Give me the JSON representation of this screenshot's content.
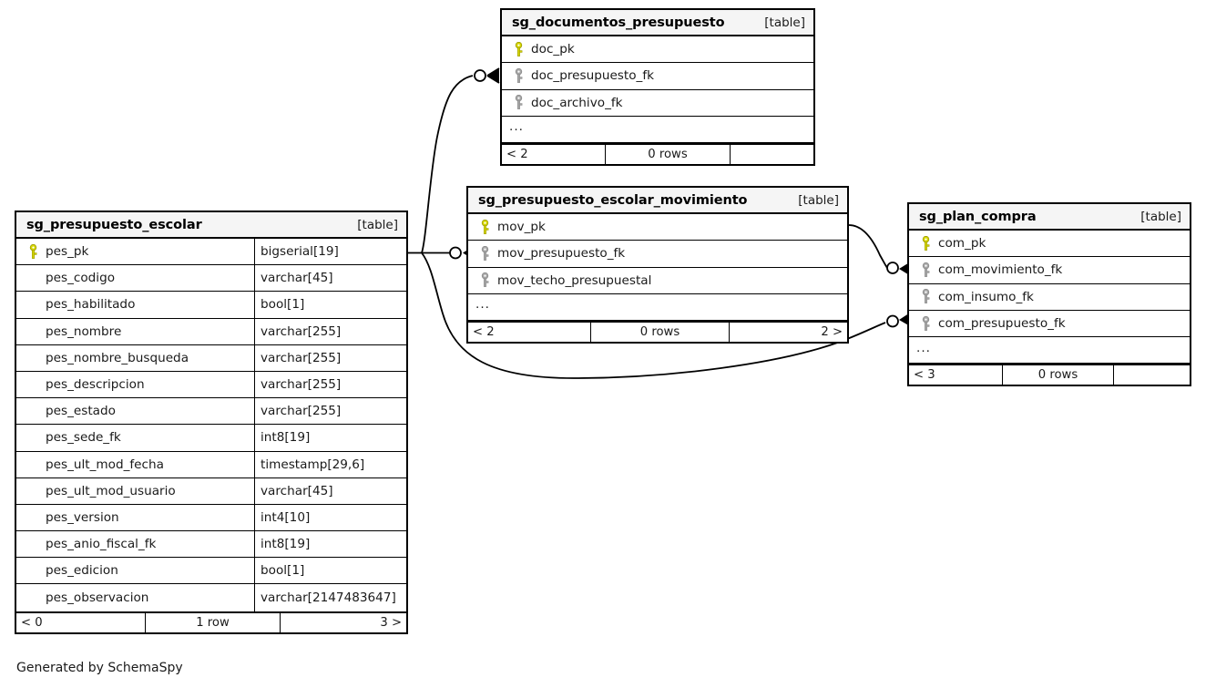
{
  "diagram": {
    "kind_label": "[table]",
    "ellipsis": "...",
    "generated_by": "Generated by SchemaSpy",
    "pk_icon": "yellow-key-icon",
    "fk_icon": "gray-key-icon",
    "colors": {
      "pk_key": "#d8d800",
      "fk_key": "#a8a8a8",
      "border": "#000000",
      "header_bg": "#f5f5f5",
      "canvas_bg": "#ffffff",
      "text": "#1a1a1a"
    }
  },
  "tables": [
    {
      "id": "sg_documentos_presupuesto",
      "name": "sg_documentos_presupuesto",
      "kind": "[table]",
      "has_type_column": false,
      "columns": [
        {
          "name": "doc_pk",
          "type": "",
          "key": "pk"
        },
        {
          "name": "doc_presupuesto_fk",
          "type": "",
          "key": "fk"
        },
        {
          "name": "doc_archivo_fk",
          "type": "",
          "key": "fk"
        }
      ],
      "more_indicator": "...",
      "footer": {
        "left": "< 2",
        "center": "0 rows",
        "right": ""
      }
    },
    {
      "id": "sg_presupuesto_escolar",
      "name": "sg_presupuesto_escolar",
      "kind": "[table]",
      "has_type_column": true,
      "columns": [
        {
          "name": "pes_pk",
          "type": "bigserial[19]",
          "key": "pk"
        },
        {
          "name": "pes_codigo",
          "type": "varchar[45]",
          "key": "none"
        },
        {
          "name": "pes_habilitado",
          "type": "bool[1]",
          "key": "none"
        },
        {
          "name": "pes_nombre",
          "type": "varchar[255]",
          "key": "none"
        },
        {
          "name": "pes_nombre_busqueda",
          "type": "varchar[255]",
          "key": "none"
        },
        {
          "name": "pes_descripcion",
          "type": "varchar[255]",
          "key": "none"
        },
        {
          "name": "pes_estado",
          "type": "varchar[255]",
          "key": "none"
        },
        {
          "name": "pes_sede_fk",
          "type": "int8[19]",
          "key": "none"
        },
        {
          "name": "pes_ult_mod_fecha",
          "type": "timestamp[29,6]",
          "key": "none"
        },
        {
          "name": "pes_ult_mod_usuario",
          "type": "varchar[45]",
          "key": "none"
        },
        {
          "name": "pes_version",
          "type": "int4[10]",
          "key": "none"
        },
        {
          "name": "pes_anio_fiscal_fk",
          "type": "int8[19]",
          "key": "none"
        },
        {
          "name": "pes_edicion",
          "type": "bool[1]",
          "key": "none"
        },
        {
          "name": "pes_observacion",
          "type": "varchar[2147483647]",
          "key": "none"
        }
      ],
      "more_indicator": null,
      "footer": {
        "left": "< 0",
        "center": "1 row",
        "right": "3 >"
      }
    },
    {
      "id": "sg_presupuesto_escolar_movimiento",
      "name": "sg_presupuesto_escolar_movimiento",
      "kind": "[table]",
      "has_type_column": false,
      "columns": [
        {
          "name": "mov_pk",
          "type": "",
          "key": "pk"
        },
        {
          "name": "mov_presupuesto_fk",
          "type": "",
          "key": "fk"
        },
        {
          "name": "mov_techo_presupuestal",
          "type": "",
          "key": "fk"
        }
      ],
      "more_indicator": "...",
      "footer": {
        "left": "< 2",
        "center": "0 rows",
        "right": "2 >"
      }
    },
    {
      "id": "sg_plan_compra",
      "name": "sg_plan_compra",
      "kind": "[table]",
      "has_type_column": false,
      "columns": [
        {
          "name": "com_pk",
          "type": "",
          "key": "pk"
        },
        {
          "name": "com_movimiento_fk",
          "type": "",
          "key": "fk"
        },
        {
          "name": "com_insumo_fk",
          "type": "",
          "key": "fk"
        },
        {
          "name": "com_presupuesto_fk",
          "type": "",
          "key": "fk"
        }
      ],
      "more_indicator": "...",
      "footer": {
        "left": "< 3",
        "center": "0 rows",
        "right": ""
      }
    }
  ],
  "relationships": [
    {
      "id": "rel-pes-doc",
      "from_table": "sg_presupuesto_escolar",
      "from_column": "pes_pk",
      "to_table": "sg_documentos_presupuesto",
      "to_column": "doc_presupuesto_fk",
      "cardinality": "zero-or-more"
    },
    {
      "id": "rel-pes-mov",
      "from_table": "sg_presupuesto_escolar",
      "from_column": "pes_pk",
      "to_table": "sg_presupuesto_escolar_movimiento",
      "to_column": "mov_presupuesto_fk",
      "cardinality": "zero-or-more"
    },
    {
      "id": "rel-pes-com",
      "from_table": "sg_presupuesto_escolar",
      "from_column": "pes_pk",
      "to_table": "sg_plan_compra",
      "to_column": "com_presupuesto_fk",
      "cardinality": "zero-or-more"
    },
    {
      "id": "rel-mov-com",
      "from_table": "sg_presupuesto_escolar_movimiento",
      "from_column": "mov_pk",
      "to_table": "sg_plan_compra",
      "to_column": "com_movimiento_fk",
      "cardinality": "zero-or-more"
    }
  ]
}
